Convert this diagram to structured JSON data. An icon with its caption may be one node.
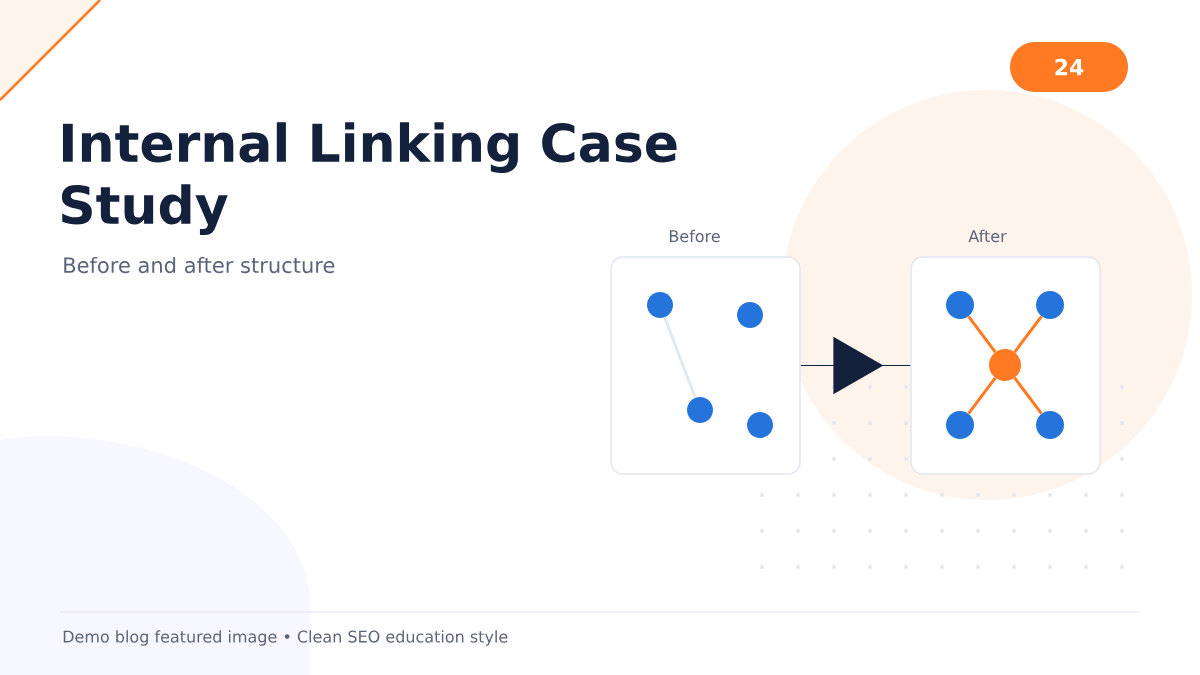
{
  "diagram": {
    "title": "Internal Linking Case Study",
    "nodes": [
      {
        "text": [
          "Before"
        ]
      },
      {
        "text": [
          "After"
        ]
      },
      {
        "text": [],
        "shape": "circle",
        "in": 0
      },
      {
        "text": [],
        "shape": "circle",
        "in": 0
      },
      {
        "text": [],
        "shape": "circle",
        "in": 0
      },
      {
        "text": [],
        "shape": "circle",
        "in": 0
      },
      {
        "text": [],
        "shape": "circle",
        "in": 1
      },
      {
        "text": [],
        "shape": "circle",
        "in": 1
      },
      {
        "text": [],
        "shape": "circle",
        "in": 1
      },
      {
        "text": [],
        "shape": "circle",
        "in": 1
      },
      {
        "text": [],
        "shape": "circle",
        "in": 1
      }
    ],
    "edges": [
      {
        "from": 0,
        "to": 1,
        "arrow": "to",
        "color": "#14213d"
      },
      {
        "from": 2,
        "to": 4,
        "arrow": "none",
        "color": "#e2e8f0"
      },
      {
        "from": 8,
        "to": 6,
        "arrow": "none"
      },
      {
        "from": 8,
        "to": 7,
        "arrow": "none"
      },
      {
        "from": 8,
        "to": 9,
        "arrow": "none"
      },
      {
        "from": 8,
        "to": 10,
        "arrow": "none"
      }
    ],
    "labels": [
      "24",
      "Before and after structure",
      "Demo blog featured image • Clean SEO education style"
    ]
  }
}
